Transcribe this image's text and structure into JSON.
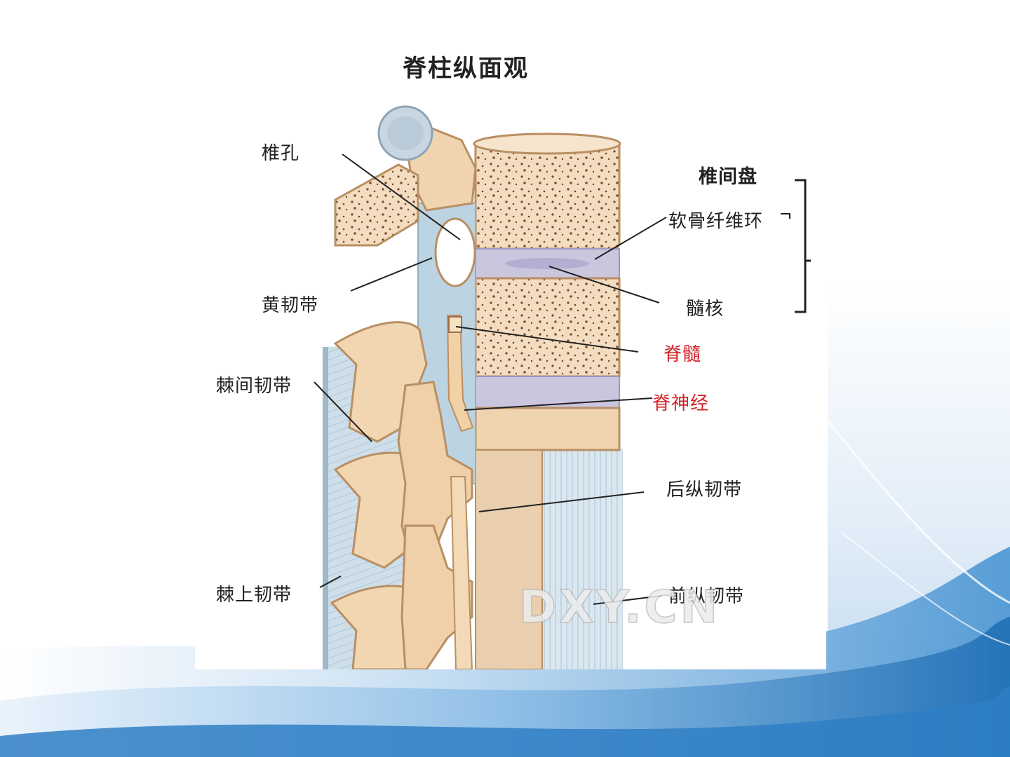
{
  "figure": {
    "title": "脊柱纵面观",
    "watermark": "DXY.CN",
    "labels": {
      "vertebral_foramen": "椎孔",
      "ligamentum_flavum": "黄韧带",
      "interspinous_ligament": "棘间韧带",
      "supraspinous_ligament": "棘上韧带",
      "intervertebral_disc": "椎间盘",
      "annulus_fibrosus": "软骨纤维环",
      "nucleus_pulposus": "髓核",
      "spinal_cord": "脊髓",
      "spinal_nerve": "脊神经",
      "posterior_longitudinal_ligament": "后纵韧带",
      "anterior_longitudinal_ligament": "前纵韧带"
    }
  },
  "colors": {
    "bone": "#f2d9b8",
    "bone_dark": "#d9b48a",
    "ligament": "#c9dbe6",
    "disc": "#c7c4dc",
    "highlight_label": "#d2232a",
    "slide_blue": "#2f7fc4"
  }
}
